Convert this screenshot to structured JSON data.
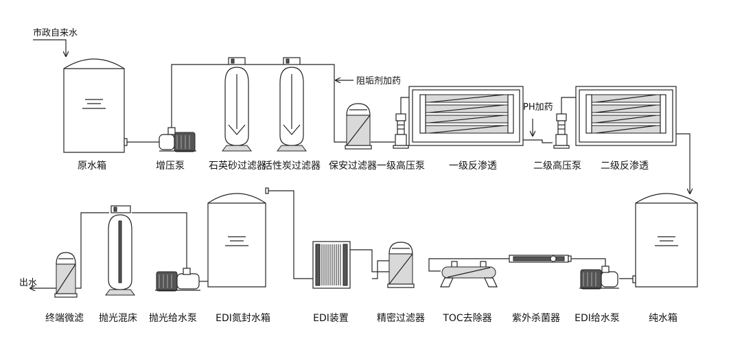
{
  "annotations": {
    "inlet": "市政自来水",
    "antiscalant": "阻垢剂加药",
    "ph_dosing": "PH加药",
    "outlet": "出水"
  },
  "labels": {
    "raw_tank": "原水箱",
    "booster_pump": "增压泵",
    "sand_filter": "石英砂过滤器",
    "carbon_filter": "活性炭过滤器",
    "security_filter": "保安过滤器",
    "hp_pump_1": "一级高压泵",
    "ro_1": "一级反渗透",
    "hp_pump_2": "二级高压泵",
    "ro_2": "二级反渗透",
    "pure_tank": "纯水箱",
    "edi_feed_pump": "EDI给水泵",
    "uv_sterilizer": "紫外杀菌器",
    "toc_remover": "TOC去除器",
    "precision_filter": "精密过滤器",
    "edi_device": "EDI装置",
    "edi_tank": "EDI氮封水箱",
    "polish_pump": "抛光给水泵",
    "polish_bed": "抛光混床",
    "terminal_filter": "终端微滤"
  }
}
